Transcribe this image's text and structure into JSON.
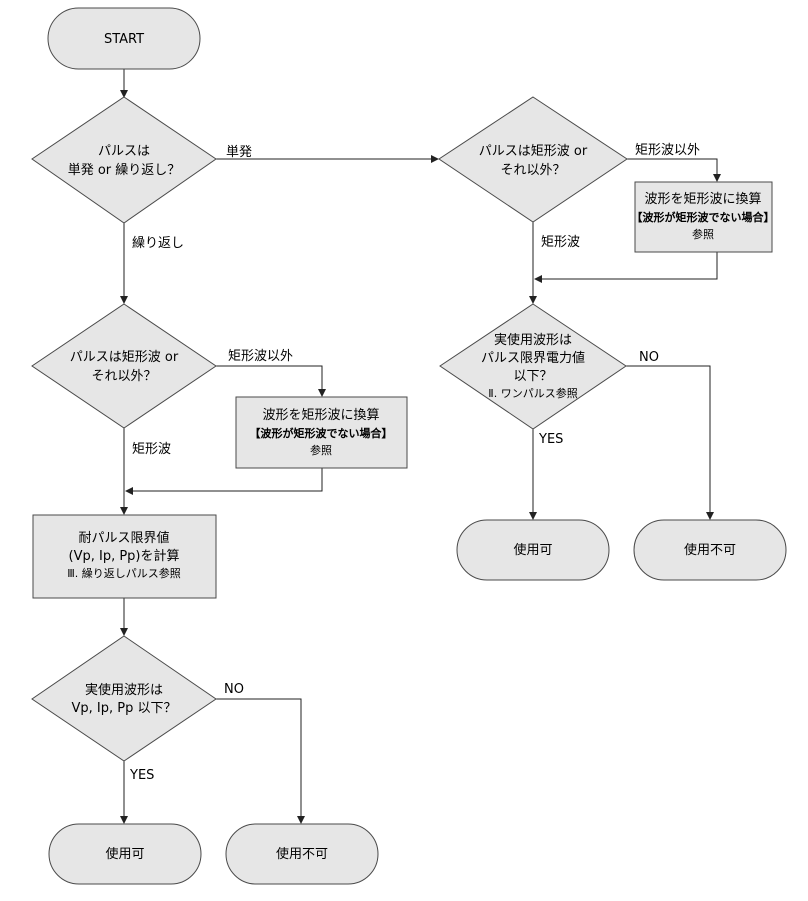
{
  "start": "START",
  "left": {
    "q_pulse_type": [
      "パルスは",
      "単発 or 繰り返し？"
    ],
    "label_single": "単発",
    "label_repeat": "繰り返し",
    "q_rect": [
      "パルスは矩形波 or",
      "それ以外？"
    ],
    "label_other": "矩形波以外",
    "label_rect": "矩形波",
    "convert_box": [
      "波形を矩形波に換算",
      "【波形が矩形波でない場合】",
      "参照"
    ],
    "calc_box": [
      "耐パルス限界値",
      "(Vp, Ip, Pp)を計算",
      "Ⅲ. 繰り返しパルス参照"
    ],
    "q_final": [
      "実使用波形は",
      "Vp, Ip, Pp 以下？"
    ],
    "label_yes": "YES",
    "label_no": "NO",
    "usable": "使用可",
    "unusable": "使用不可"
  },
  "right": {
    "q_rect": [
      "パルスは矩形波 or",
      "それ以外？"
    ],
    "label_other": "矩形波以外",
    "label_rect": "矩形波",
    "convert_box": [
      "波形を矩形波に換算",
      "【波形が矩形波でない場合】",
      "参照"
    ],
    "q_power": [
      "実使用波形は",
      "パルス限界電力値",
      "以下？",
      "Ⅱ. ワンパルス参照"
    ],
    "label_yes": "YES",
    "label_no": "NO",
    "usable": "使用可",
    "unusable": "使用不可"
  }
}
